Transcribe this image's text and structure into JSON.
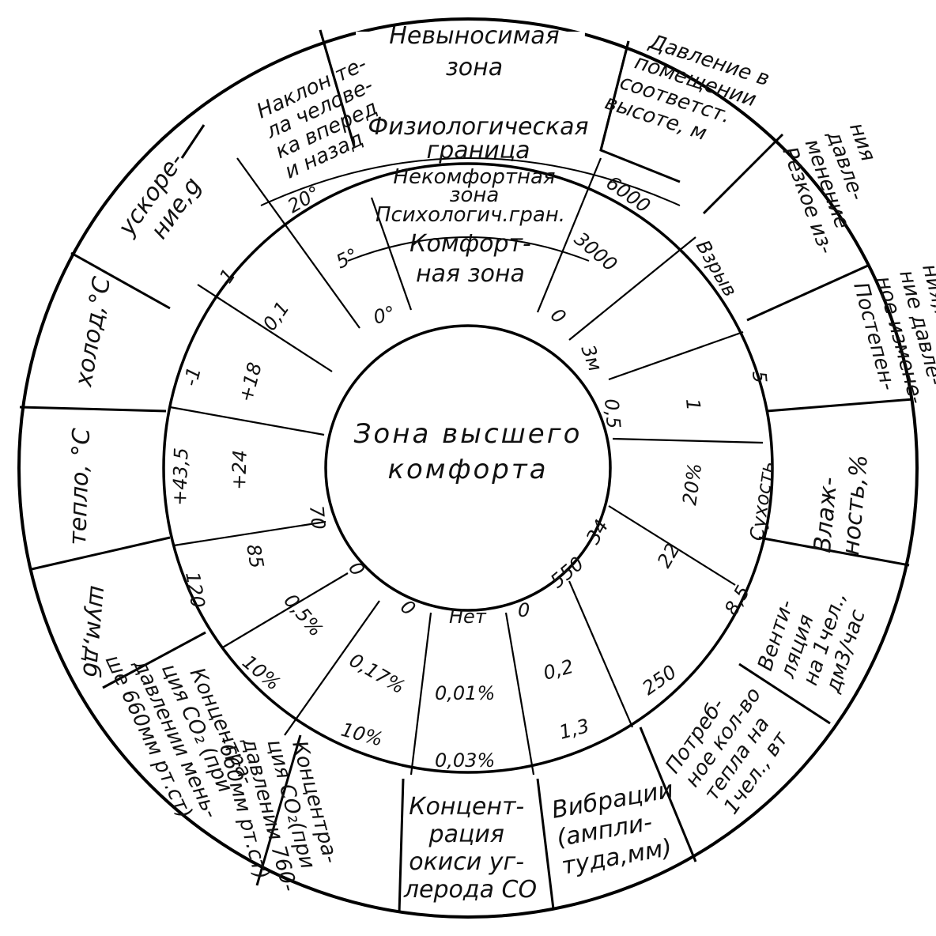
{
  "center_label": [
    "Зона высшего",
    "комфорта"
  ],
  "zone_labels": {
    "unbearable": [
      "Невыносимая",
      "зона"
    ],
    "physiological": [
      "Физиологическая",
      "граница"
    ],
    "uncomfortable": [
      "Некомфортная",
      "зона"
    ],
    "psychological": "Психологич.гран.",
    "comfort": [
      "Комфорт-",
      "ная зона"
    ]
  },
  "sectors": [
    {
      "id": "tilt",
      "lines": [
        "Наклон те-",
        "ла челове-",
        "ка вперед",
        "и назад"
      ],
      "ticks": [
        "0°",
        "5°",
        "20°"
      ]
    },
    {
      "id": "accel",
      "lines": [
        "ускоре-",
        "ние,g"
      ],
      "ticks": [
        "0,1",
        "1"
      ]
    },
    {
      "id": "cold",
      "lines": [
        "холод,°С"
      ],
      "ticks": [
        "+18",
        "-1"
      ]
    },
    {
      "id": "heat",
      "lines": [
        "тепло, °С"
      ],
      "ticks": [
        "+24",
        "+43,5"
      ]
    },
    {
      "id": "noise",
      "lines": [
        "шум,дб"
      ],
      "ticks": [
        "70",
        "85",
        "120"
      ]
    },
    {
      "id": "co2-low",
      "lines": [
        "Концентра-",
        "ция CO₂ (при",
        "давлении мень-",
        "ше 660мм рт.ст)"
      ],
      "ticks": [
        "0",
        "0,5%",
        "10%"
      ]
    },
    {
      "id": "co2-760",
      "lines": [
        "Концентра-",
        "ция CO₂(при",
        "давлении 760-",
        "-660мм рт.ст)"
      ],
      "ticks": [
        "0",
        "0,17%",
        "10%"
      ]
    },
    {
      "id": "co",
      "lines": [
        "Концент-",
        "рация",
        "окиси уг-",
        "лерода CO"
      ],
      "ticks": [
        "Нет",
        "0,01%",
        "0,03%"
      ]
    },
    {
      "id": "vibration",
      "lines": [
        "Вибрации",
        "(ампли-",
        "туда,мм)"
      ],
      "ticks": [
        "0",
        "0,2",
        "1,3"
      ]
    },
    {
      "id": "heat-need",
      "lines": [
        "Потреб-",
        "ное кол-во",
        "тепла на",
        "1чел., вт"
      ],
      "ticks": [
        "550",
        "250"
      ]
    },
    {
      "id": "ventilation",
      "lines": [
        "Венти-",
        "ляция",
        "на 1чел.,",
        "дм3/час"
      ],
      "ticks": [
        "34",
        "22",
        "8,5"
      ]
    },
    {
      "id": "humidity",
      "lines": [
        "Влаж-",
        "ность,%"
      ],
      "ticks": [
        "20%",
        "Сухость"
      ]
    },
    {
      "id": "gradual-pressure",
      "lines": [
        "Постепен-",
        "ное измене-",
        "ние давле-",
        "ния,м/сек"
      ],
      "ticks": [
        "0,5",
        "1",
        "5"
      ]
    },
    {
      "id": "sudden-pressure",
      "lines": [
        "Резкое из-",
        "менение",
        "давле-",
        "ния"
      ],
      "ticks": [
        "3м",
        "Взрыв"
      ]
    },
    {
      "id": "room-pressure",
      "lines": [
        "Давление в",
        "помещении",
        "соответст.",
        "высоте, м"
      ],
      "ticks": [
        "0",
        "3000",
        "6000"
      ]
    }
  ]
}
